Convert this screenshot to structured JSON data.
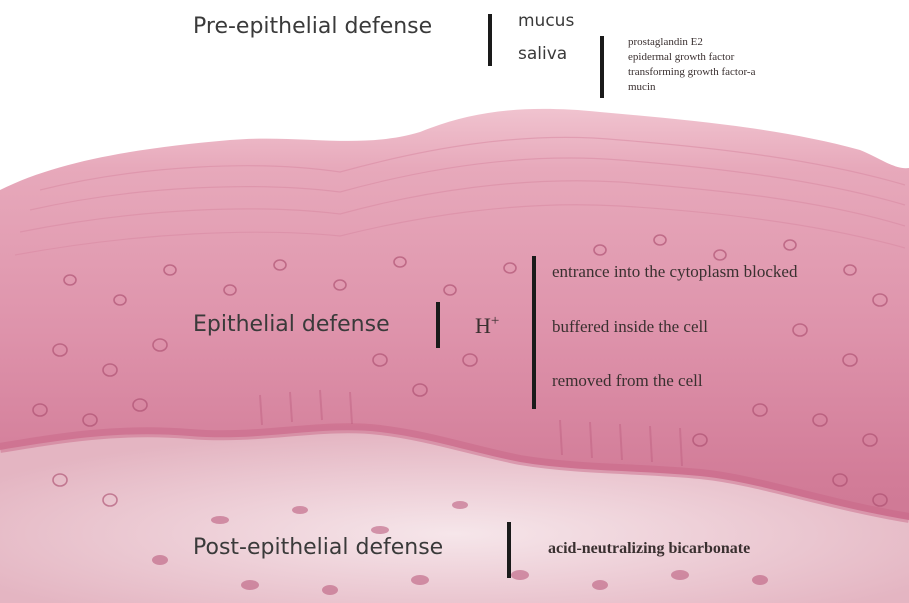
{
  "pre_epithelial": {
    "title": "Pre-epithelial defense",
    "factors": [
      "mucus",
      "saliva"
    ],
    "subfactors": [
      "prostaglandin E2",
      "epidermal growth factor",
      "transforming growth factor-a",
      "mucin"
    ]
  },
  "epithelial": {
    "title": "Epithelial defense",
    "ion": "H",
    "ion_charge": "+",
    "mechanisms": [
      "entrance into the cytoplasm blocked",
      "buffered inside the cell",
      "removed from the cell"
    ]
  },
  "post_epithelial": {
    "title": "Post-epithelial defense",
    "mechanisms": [
      "acid-neutralizing bicarbonate"
    ]
  },
  "colors": {
    "background": "#ffffff",
    "tissue_light": "#e7a9bb",
    "tissue_mid": "#db8aa4",
    "tissue_dark": "#c15d7e",
    "nuclei": "#a94a6c",
    "lamina_propria": "#ecd3d9",
    "bars": "#1a1a1a"
  }
}
